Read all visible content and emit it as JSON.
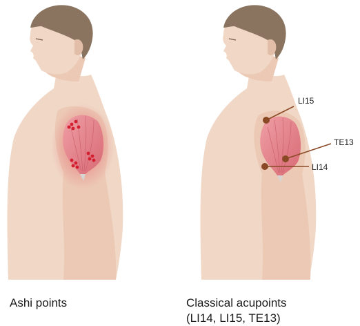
{
  "colors": {
    "skin": "#f0d7c6",
    "skin_shadow": "#e2bea8",
    "hair": "#8a7460",
    "muscle": "#e3878f",
    "muscle_dark": "#cf6470",
    "ashi_dot": "#d21e2e",
    "acupoint_dot": "#8a4a25",
    "line": "#8a4a25"
  },
  "left_panel": {
    "caption": "Ashi points"
  },
  "right_panel": {
    "caption_line1": "Classical acupoints",
    "caption_line2": "(LI14, LI15, TE13)",
    "acupoints": [
      {
        "label": "LI15"
      },
      {
        "label": "TE13"
      },
      {
        "label": "LI14"
      }
    ]
  }
}
